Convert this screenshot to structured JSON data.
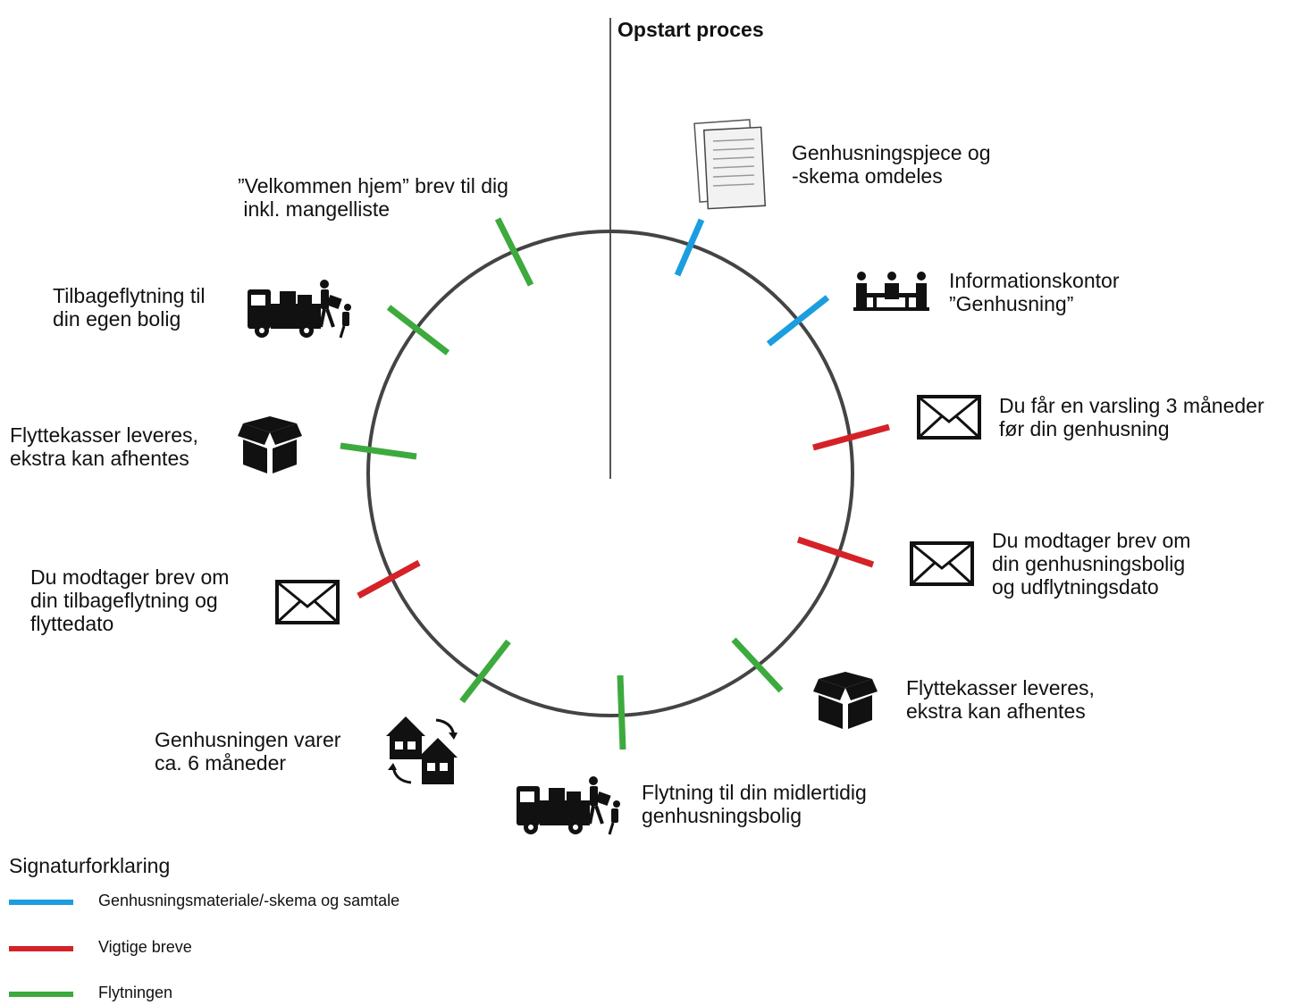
{
  "title": "Opstart proces",
  "colors": {
    "blue": "#1a9ee0",
    "red": "#d42228",
    "green": "#3daa3d",
    "ring": "#444444"
  },
  "steps": [
    {
      "text": "Genhusningspjece og\n-skema omdeles",
      "icon": "document-icon",
      "category": "blue"
    },
    {
      "text": "Informationskontor\n”Genhusning”",
      "icon": "meeting-icon",
      "category": "blue"
    },
    {
      "text": "Du får en varsling 3 måneder\nfør din genhusning",
      "icon": "envelope-icon",
      "category": "red"
    },
    {
      "text": "Du modtager brev om\ndin genhusningsbolig\nog udflytningsdato",
      "icon": "envelope-icon",
      "category": "red"
    },
    {
      "text": "Flyttekasser leveres,\nekstra kan afhentes",
      "icon": "box-icon",
      "category": "green"
    },
    {
      "text": "Flytning til din midlertidig\ngenhusningsbolig",
      "icon": "moving-truck-icon",
      "category": "green"
    },
    {
      "text": "Genhusningen varer\nca. 6 måneder",
      "icon": "house-swap-icon",
      "category": "green"
    },
    {
      "text": "Du modtager brev om\ndin tilbageflytning og\nflyttedato",
      "icon": "envelope-icon",
      "category": "red"
    },
    {
      "text": "Flyttekasser leveres,\nekstra kan afhentes",
      "icon": "box-icon",
      "category": "green"
    },
    {
      "text": "Tilbageflytning til\ndin egen bolig",
      "icon": "moving-truck-icon",
      "category": "green"
    },
    {
      "text": "”Velkommen hjem” brev til dig\n inkl. mangelliste",
      "icon": "",
      "category": "green"
    }
  ],
  "legend": {
    "title": "Signaturforklaring",
    "items": [
      {
        "label": "Genhusningsmateriale/-skema og samtale",
        "category": "blue"
      },
      {
        "label": "Vigtige breve",
        "category": "red"
      },
      {
        "label": "Flytningen",
        "category": "green"
      }
    ]
  }
}
